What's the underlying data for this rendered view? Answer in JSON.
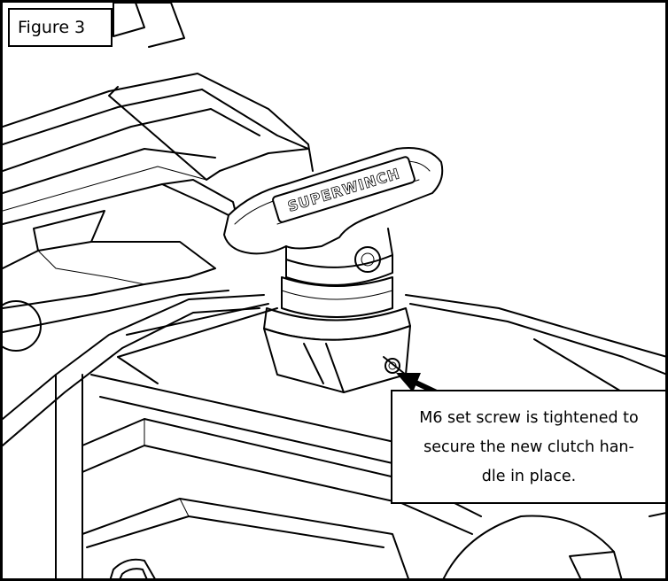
{
  "figure_label": "Figure 3",
  "logo_text": "SUPERWINCH",
  "callout": {
    "lines": [
      "M6 set screw is tightened to",
      "secure the new clutch han-",
      "dle in place."
    ]
  },
  "colors": {
    "line": "#000000",
    "background": "#ffffff"
  }
}
